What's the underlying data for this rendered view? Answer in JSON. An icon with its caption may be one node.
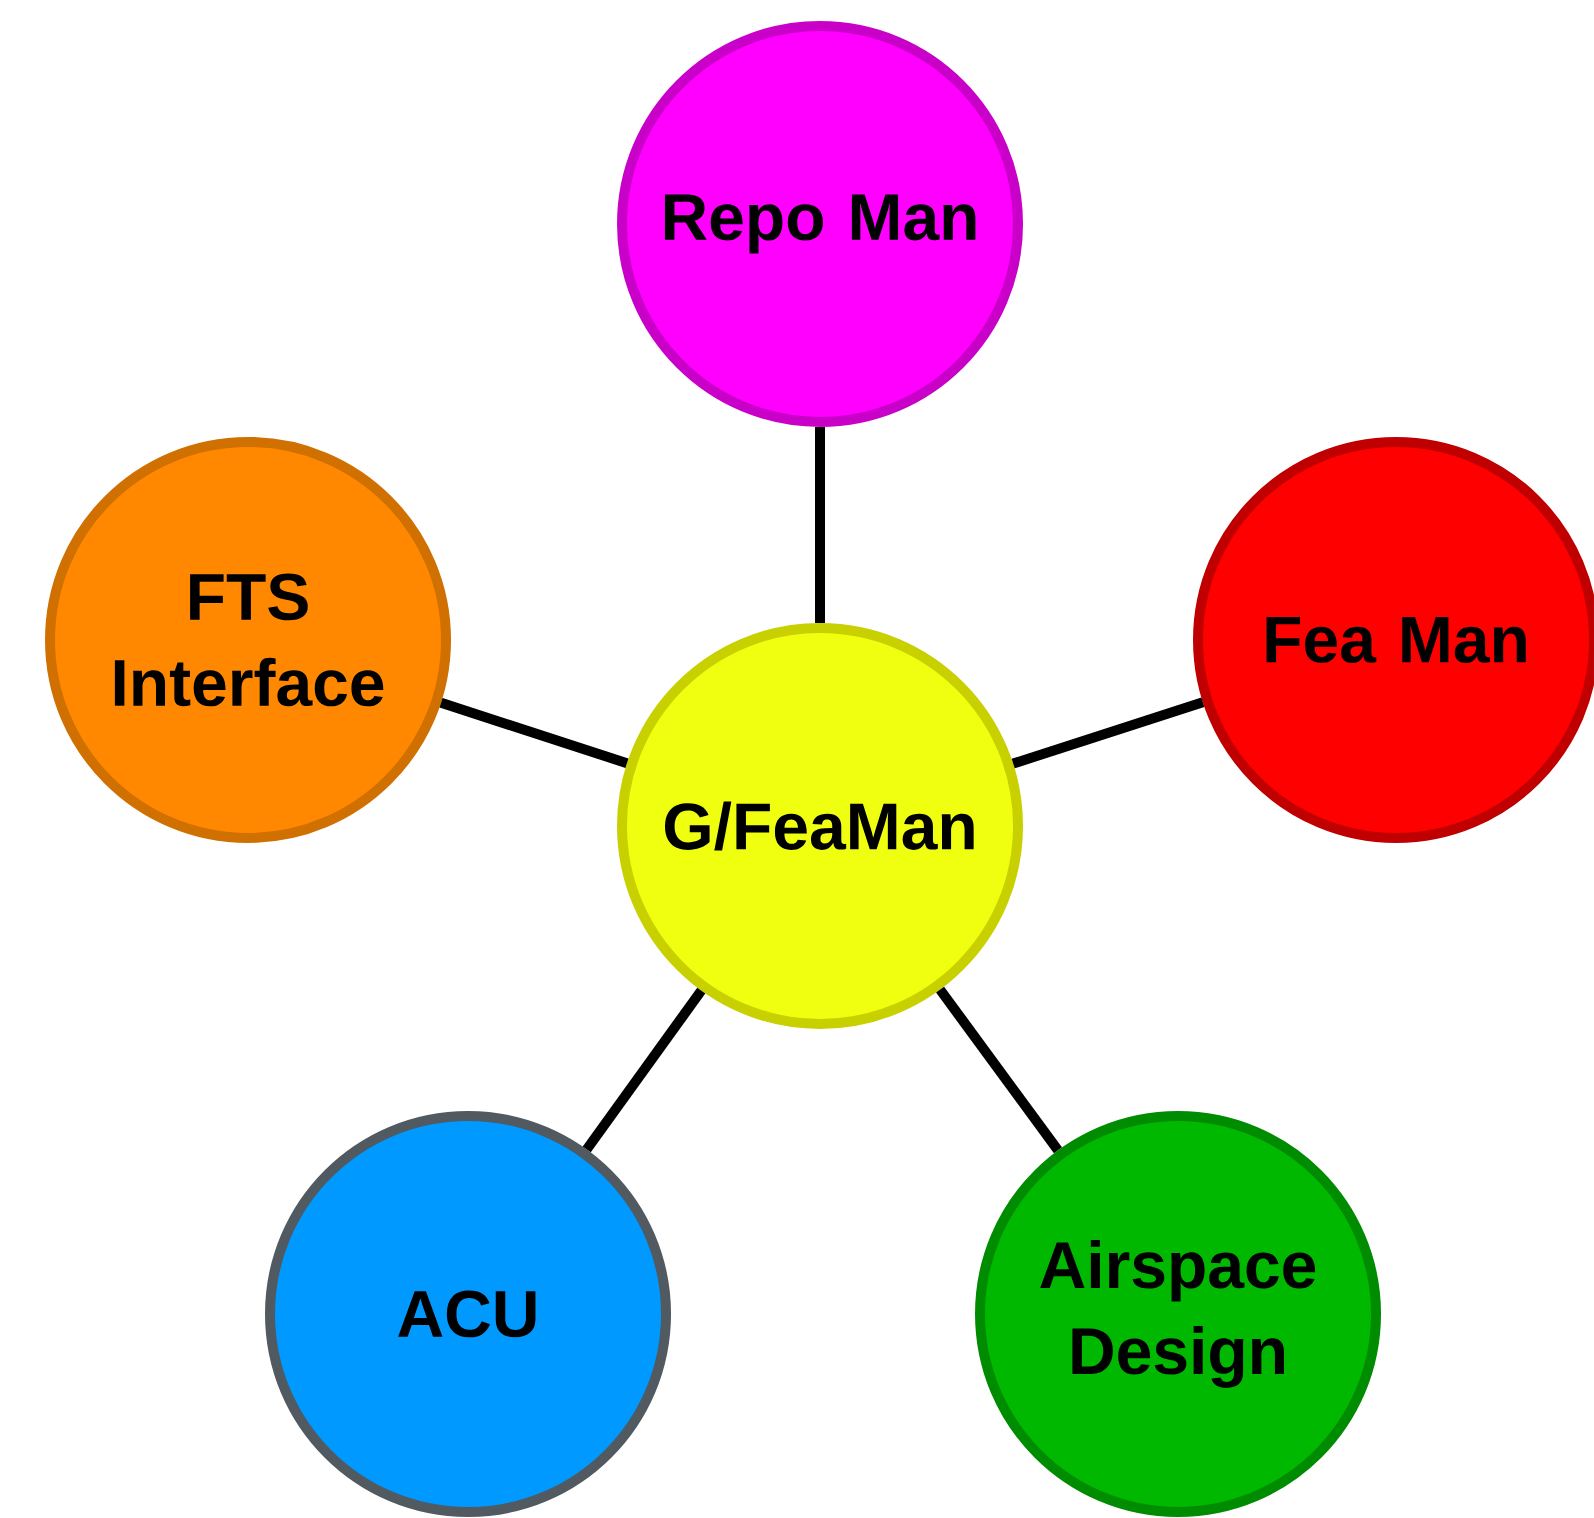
{
  "diagram": {
    "nodes": [
      {
        "text": [
          "Repo Man"
        ]
      },
      {
        "text": [
          "FTS Interface"
        ]
      },
      {
        "text": [
          "Fea Man"
        ]
      },
      {
        "text": [
          "G/FeaMan"
        ]
      },
      {
        "text": [
          "ACU"
        ]
      },
      {
        "text": [
          "Airspace Design"
        ]
      }
    ],
    "edges": [
      {
        "from": 3,
        "to": 0,
        "arrow": "none"
      },
      {
        "from": 3,
        "to": 1,
        "arrow": "none"
      },
      {
        "from": 3,
        "to": 2,
        "arrow": "none"
      },
      {
        "from": 3,
        "to": 4,
        "arrow": "none"
      },
      {
        "from": 3,
        "to": 5,
        "arrow": "none"
      }
    ]
  }
}
